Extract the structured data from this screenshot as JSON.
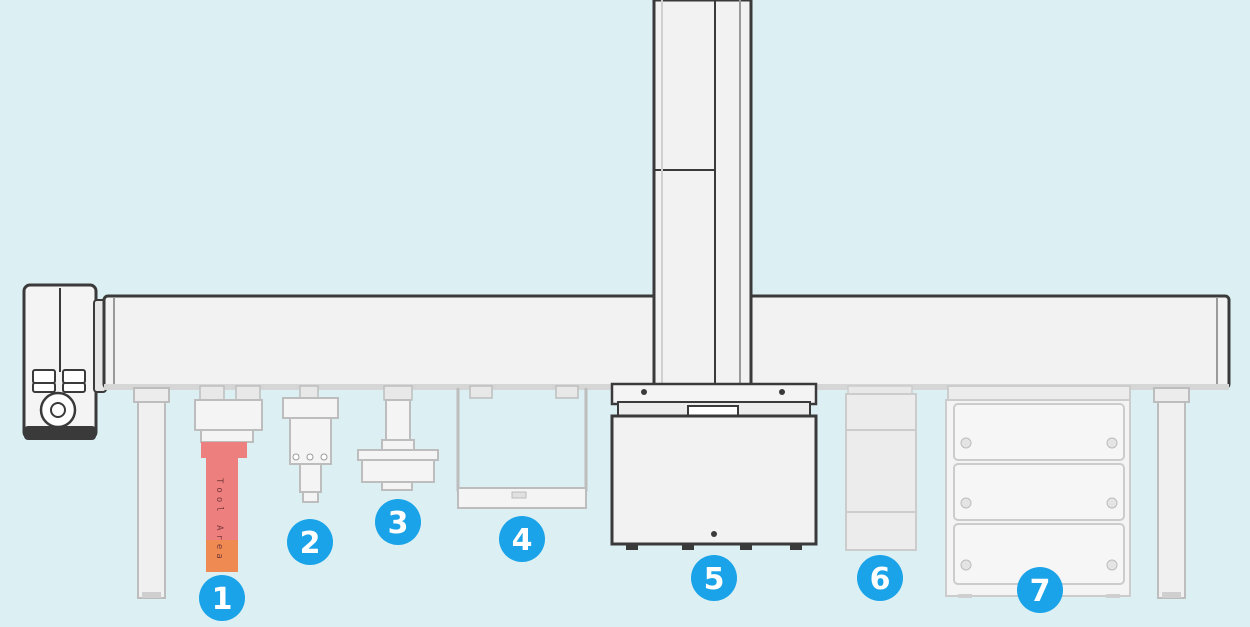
{
  "colors": {
    "background": "#dcf0f4",
    "panel": "#f2f2f2",
    "outline": "#3a3a3a",
    "badge": "#1aa3e8",
    "tool_top": "#ee7f7f",
    "tool_bottom": "#ef8a52"
  },
  "tool_vertical_text": "Tool Area",
  "badges": [
    {
      "label": "1"
    },
    {
      "label": "2"
    },
    {
      "label": "3"
    },
    {
      "label": "4"
    },
    {
      "label": "5"
    },
    {
      "label": "6"
    },
    {
      "label": "7"
    }
  ],
  "icons": [
    "controller-icon",
    "numbered-badge-icon"
  ]
}
